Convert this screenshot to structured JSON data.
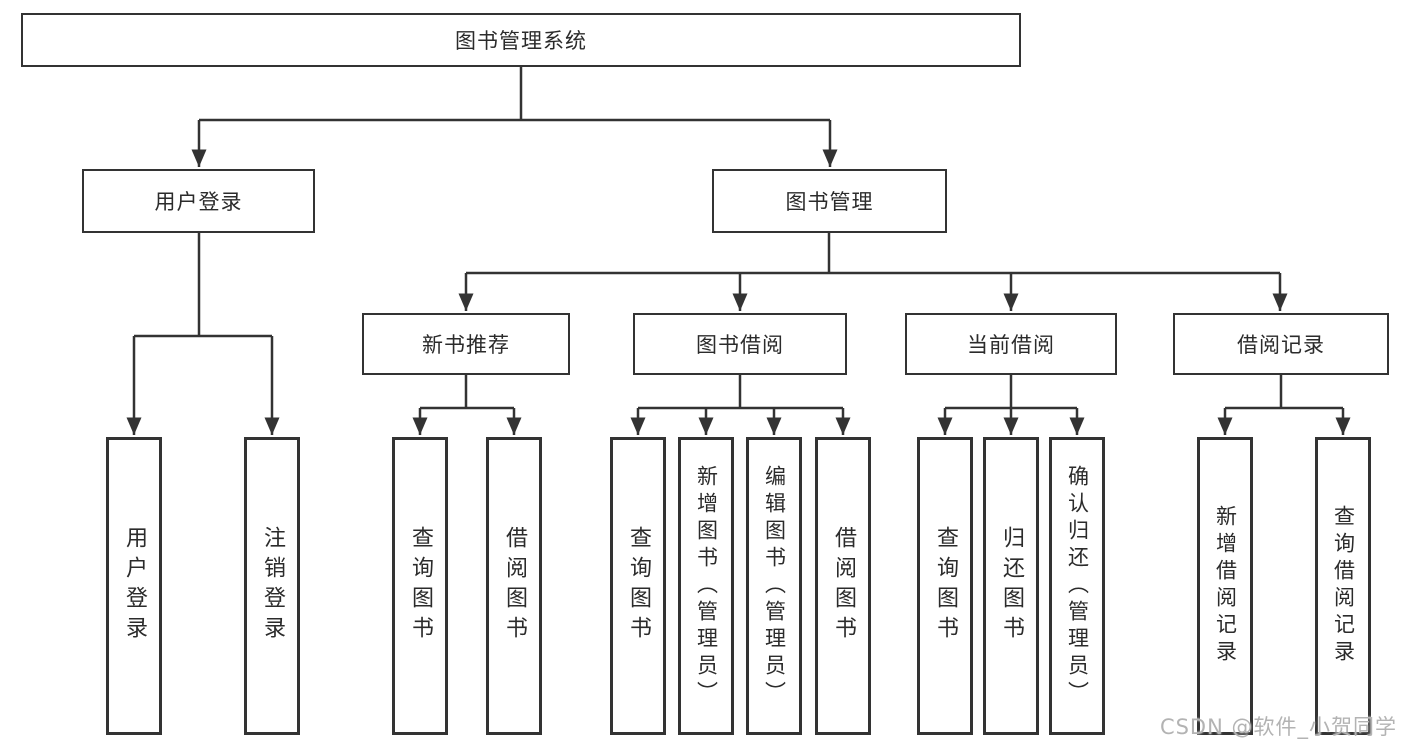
{
  "tree": {
    "label": "图书管理系统",
    "children": [
      {
        "label": "用户登录",
        "children": [
          {
            "label": "用户登录"
          },
          {
            "label": "注销登录"
          }
        ]
      },
      {
        "label": "图书管理",
        "children": [
          {
            "label": "新书推荐",
            "children": [
              {
                "label": "查询图书"
              },
              {
                "label": "借阅图书"
              }
            ]
          },
          {
            "label": "图书借阅",
            "children": [
              {
                "label": "查询图书"
              },
              {
                "label": "新增图书（管理员）"
              },
              {
                "label": "编辑图书（管理员）"
              },
              {
                "label": "借阅图书"
              }
            ]
          },
          {
            "label": "当前借阅",
            "children": [
              {
                "label": "查询图书"
              },
              {
                "label": "归还图书"
              },
              {
                "label": "确认归还（管理员）"
              }
            ]
          },
          {
            "label": "借阅记录",
            "children": [
              {
                "label": "新增借阅记录"
              },
              {
                "label": "查询借阅记录"
              }
            ]
          }
        ]
      }
    ]
  },
  "watermark": {
    "text": "CSDN @软件_小贺同学"
  },
  "colors": {
    "line": "#333333",
    "text": "#2b2b2b",
    "background": "#ffffff",
    "watermark": "#b3b3b3"
  }
}
